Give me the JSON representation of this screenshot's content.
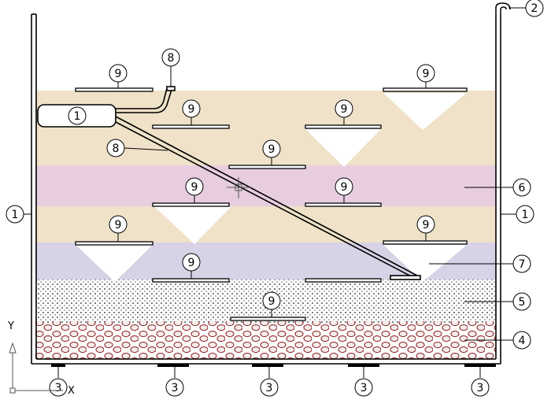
{
  "labels": {
    "tank_wall": "1",
    "overflow_pipe": "2",
    "support": "3",
    "gravel_layer": "4",
    "coarse_sand_layer": "5",
    "fine_sand_layer": "6",
    "filter_media_layer": "7",
    "inlet_pipe": "8",
    "baffle": "9"
  },
  "axes": {
    "y": "Y",
    "x": "X"
  },
  "colors": {
    "line": "#000000",
    "gravel": "#8b1a1a",
    "layer_tan": "#efe2c8",
    "layer_pink": "#e8cde0",
    "layer_lilac": "#d7d2e6",
    "layer_speckle": "#f1ecf0"
  }
}
